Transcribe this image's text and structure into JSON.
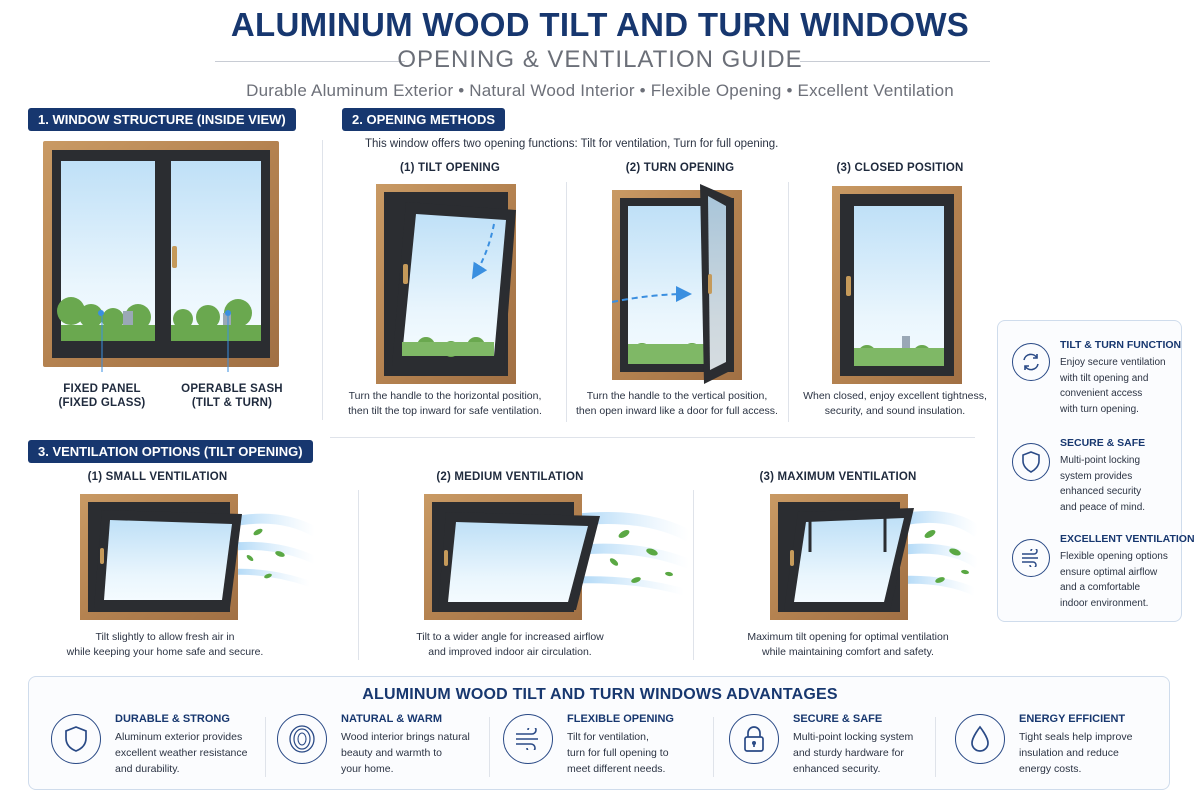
{
  "header": {
    "title": "ALUMINUM WOOD TILT AND TURN WINDOWS",
    "subtitle": "OPENING & VENTILATION GUIDE",
    "tagline": "Durable Aluminum Exterior • Natural Wood Interior • Flexible Opening • Excellent Ventilation"
  },
  "structure": {
    "tag": "1. WINDOW STRUCTURE (INSIDE VIEW)",
    "fixed_label": "FIXED PANEL",
    "fixed_sub": "(FIXED GLASS)",
    "sash_label": "OPERABLE SASH",
    "sash_sub": "(TILT & TURN)"
  },
  "opening": {
    "tag": "2. OPENING METHODS",
    "intro": "This window offers two opening functions: Tilt for ventilation, Turn for full opening.",
    "methods": [
      {
        "title": "(1) TILT OPENING",
        "line1": "Turn the handle to the horizontal position,",
        "line2": "then tilt the top inward for safe ventilation."
      },
      {
        "title": "(2) TURN OPENING",
        "line1": "Turn the handle to the vertical position,",
        "line2": "then open inward like a door for full access."
      },
      {
        "title": "(3) CLOSED POSITION",
        "line1": "When closed, enjoy excellent tightness,",
        "line2": "security, and sound insulation."
      }
    ]
  },
  "ventilation": {
    "tag": "3. VENTILATION OPTIONS (TILT OPENING)",
    "options": [
      {
        "title": "(1) SMALL VENTILATION",
        "line1": "Tilt slightly to allow fresh air in",
        "line2": "while keeping your home safe and secure."
      },
      {
        "title": "(2) MEDIUM VENTILATION",
        "line1": "Tilt to a wider angle for increased airflow",
        "line2": "and improved indoor air circulation."
      },
      {
        "title": "(3) MAXIMUM VENTILATION",
        "line1": "Maximum tilt opening for optimal ventilation",
        "line2": "while maintaining comfort and safety."
      }
    ]
  },
  "sidebar": {
    "items": [
      {
        "icon": "rotate-arrows-icon",
        "title": "TILT & TURN FUNCTION",
        "lines": [
          "Enjoy secure ventilation",
          "with tilt opening and",
          "convenient access",
          "with turn opening."
        ]
      },
      {
        "icon": "shield-icon",
        "title": "SECURE & SAFE",
        "lines": [
          "Multi-point locking",
          "system provides",
          "enhanced security",
          "and peace of mind."
        ]
      },
      {
        "icon": "wind-icon",
        "title": "EXCELLENT VENTILATION",
        "lines": [
          "Flexible opening options",
          "ensure optimal airflow",
          "and a comfortable",
          "indoor environment."
        ]
      }
    ]
  },
  "advantages": {
    "title": "ALUMINUM WOOD TILT AND TURN WINDOWS ADVANTAGES",
    "items": [
      {
        "icon": "shield-icon",
        "title": "DURABLE & STRONG",
        "lines": [
          "Aluminum exterior provides",
          "excellent weather resistance",
          "and durability."
        ]
      },
      {
        "icon": "wood-grain-icon",
        "title": "NATURAL & WARM",
        "lines": [
          "Wood interior brings natural",
          "beauty and warmth to",
          "your home."
        ]
      },
      {
        "icon": "wind-icon",
        "title": "FLEXIBLE OPENING",
        "lines": [
          "Tilt for ventilation,",
          "turn for full opening to",
          "meet different needs."
        ]
      },
      {
        "icon": "lock-icon",
        "title": "SECURE & SAFE",
        "lines": [
          "Multi-point locking system",
          "and sturdy hardware for",
          "enhanced security."
        ]
      },
      {
        "icon": "water-drop-icon",
        "title": "ENERGY EFFICIENT",
        "lines": [
          "Tight seals help improve",
          "insulation and reduce",
          "energy costs."
        ]
      }
    ]
  },
  "colors": {
    "navy": "#17376f",
    "wood": "#b98a55",
    "frame": "#2b2d31",
    "sky": "#d7ecfb",
    "arrow": "#3a8fe0",
    "leaf": "#5aa844"
  }
}
